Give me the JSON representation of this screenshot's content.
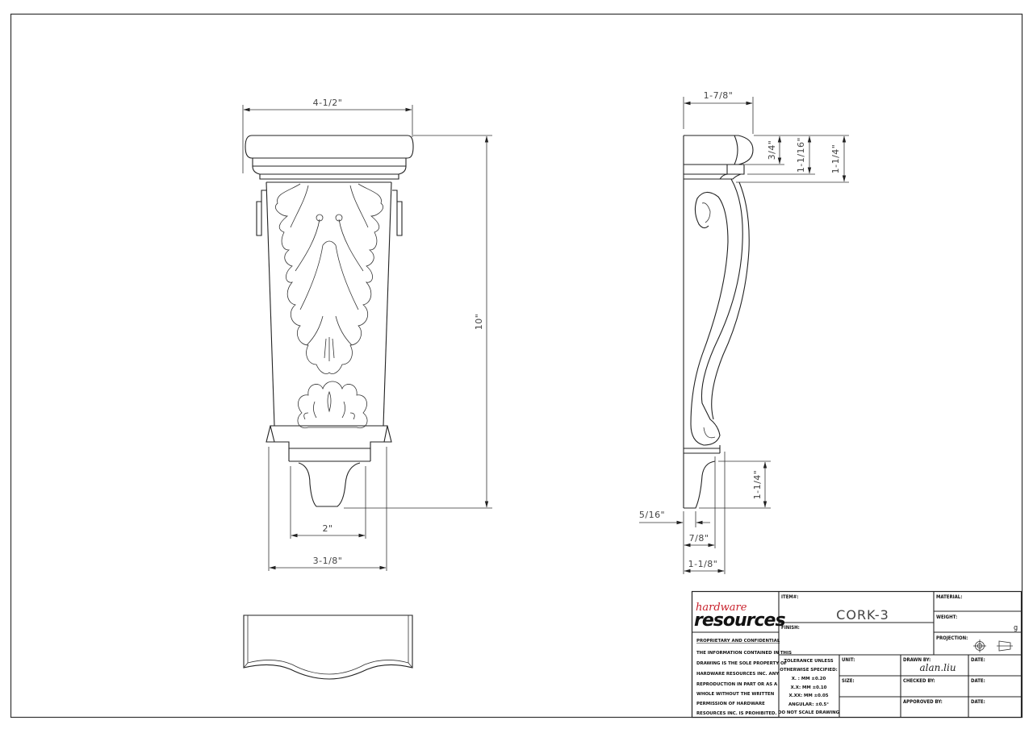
{
  "drawing": {
    "front_view": {
      "dimensions": {
        "top_width": "4-1/2\"",
        "height": "10\"",
        "bottom_inner_width": "2\"",
        "bottom_outer_width": "3-1/8\""
      }
    },
    "side_view": {
      "dimensions": {
        "depth_top": "1-7/8\"",
        "cap_3_4": "3/4\"",
        "cap_1_1_16": "1-1/16\"",
        "cap_1_1_4": "1-1/4\"",
        "base_height": "1-1/4\"",
        "offset": "5/16\"",
        "base_depth_7_8": "7/8\"",
        "base_depth_1_1_8": "1-1/8\""
      }
    }
  },
  "title_block": {
    "logo": {
      "top": "hardware",
      "bottom": "resources",
      "accent_color": "#c8202b"
    },
    "proprietary_heading": "PROPRIETARY AND CONFIDENTIAL",
    "proprietary_lines": [
      "THE INFORMATION CONTAINED IN THIS",
      "DRAWING IS THE SOLE PROPERTY OF",
      "HARDWARE RESOURCES INC.  ANY",
      "REPRODUCTION IN PART OR AS A",
      "WHOLE  WITHOUT THE WRITTEN",
      "PERMISSION OF HARDWARE",
      "RESOURCES INC. IS PROHIBITED."
    ],
    "item_label": "ITEM#:",
    "item_value": "CORK-3",
    "finish_label": "FINISH:",
    "material_label": "MATERIAL:",
    "weight_label": "WEIGHT:",
    "weight_unit": "g",
    "projection_label": "PROJECTION:",
    "tolerance_lines": [
      "TOLERANCE UNLESS",
      "OTHERWISE SPECIFIED:",
      "X. : MM    ±0.20",
      "X.X: MM    ±0.10",
      "X.XX: MM   ±0.05",
      "ANGULAR:    ±0.5°",
      "DO NOT SCALE DRAWING"
    ],
    "unit_label": "UNIT:",
    "size_label": "SIZE:",
    "drawn_by_label": "DRAWN BY:",
    "drawn_by_value": "alan.liu",
    "checked_by_label": "CHECKED BY:",
    "approved_by_label": "APPOROVED BY:",
    "date_labels": [
      "DATE:",
      "DATE:",
      "DATE:"
    ]
  }
}
